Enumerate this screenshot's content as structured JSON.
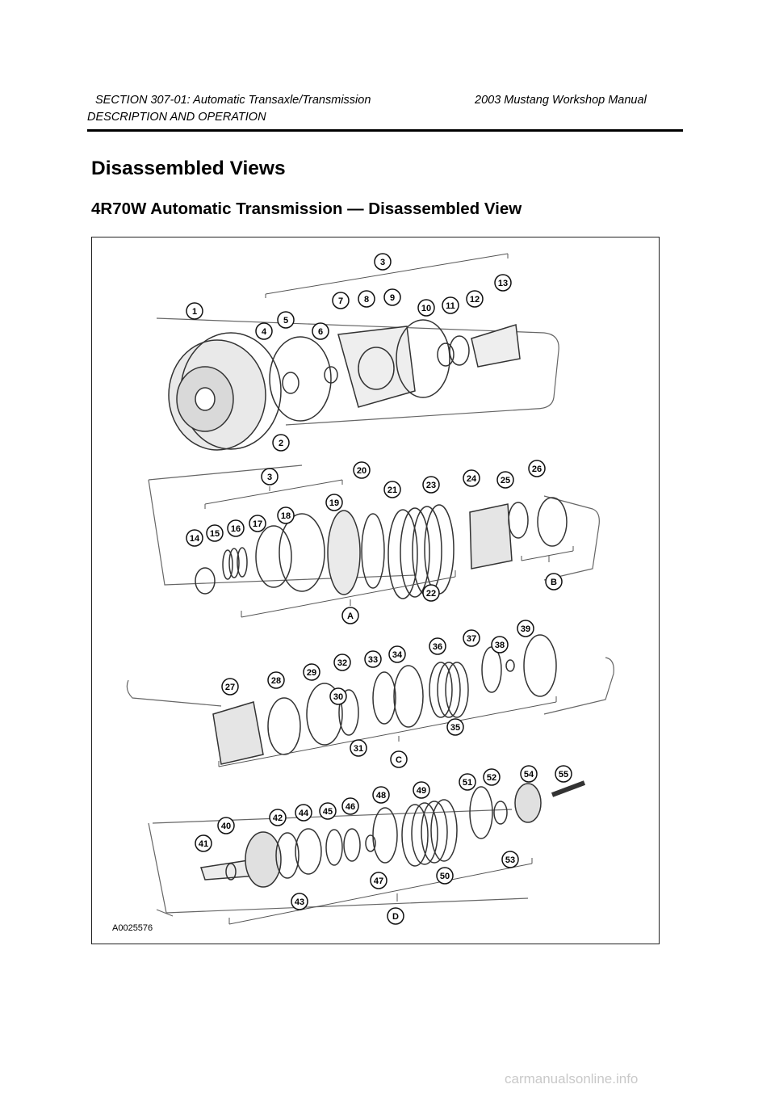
{
  "header": {
    "section": "SECTION 307-01: Automatic Transaxle/Transmission",
    "manual": "2003 Mustang Workshop Manual",
    "subsection": "DESCRIPTION AND OPERATION"
  },
  "title": "Disassembled Views",
  "subtitle": "4R70W Automatic Transmission — Disassembled View",
  "figure": {
    "id": "A0025576",
    "callouts": [
      "1",
      "2",
      "3",
      "4",
      "5",
      "6",
      "7",
      "8",
      "9",
      "10",
      "11",
      "12",
      "13",
      "3",
      "14",
      "15",
      "16",
      "17",
      "18",
      "19",
      "20",
      "21",
      "22",
      "23",
      "24",
      "25",
      "26",
      "A",
      "B",
      "27",
      "28",
      "29",
      "30",
      "31",
      "32",
      "33",
      "34",
      "35",
      "36",
      "37",
      "38",
      "39",
      "C",
      "40",
      "41",
      "42",
      "43",
      "44",
      "45",
      "46",
      "47",
      "48",
      "49",
      "50",
      "51",
      "52",
      "53",
      "54",
      "55",
      "D"
    ]
  },
  "watermark": "carmanualsonline.info"
}
